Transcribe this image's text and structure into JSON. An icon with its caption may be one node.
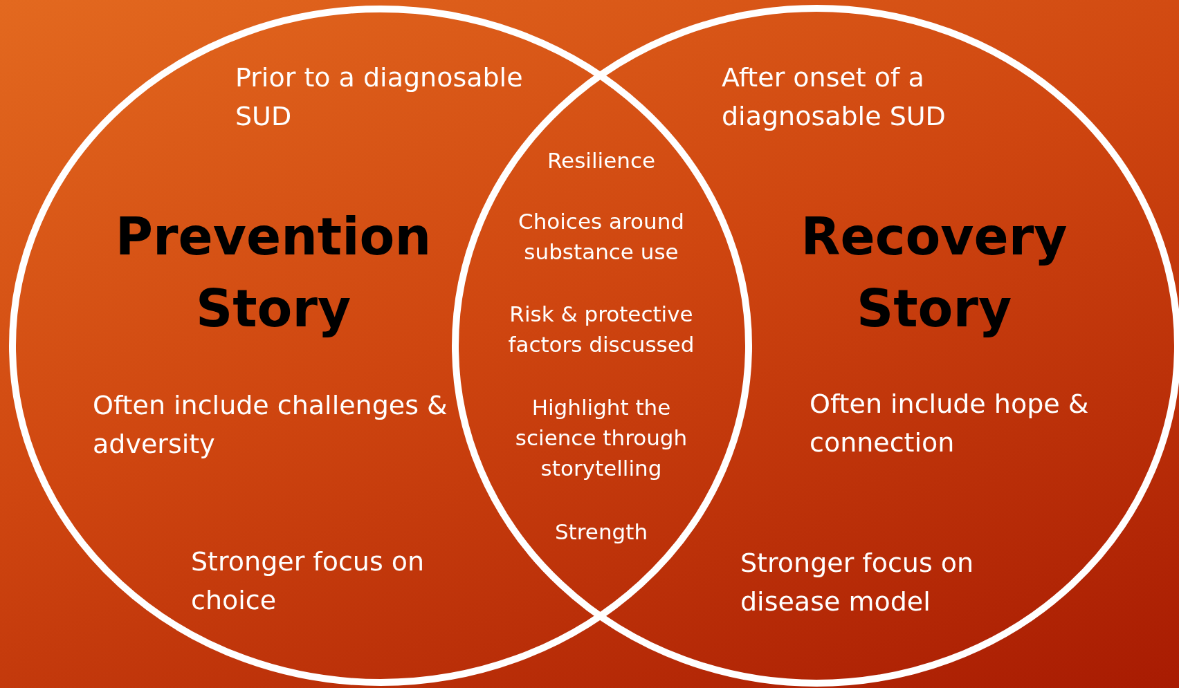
{
  "diagram": {
    "nodes": [
      {
        "text": [
          "Prior to a diagnosable SUD",
          "Prevention Story",
          "Often include challenges & adversity",
          "Stronger focus on choice"
        ]
      },
      {
        "text": [
          "After onset of a diagnosable SUD",
          "Recovery Story",
          "Often include hope & connection",
          "Stronger focus on disease model"
        ]
      }
    ],
    "edges": [],
    "labels": [
      "Resilience",
      "Choices around substance use",
      "Risk & protective factors discussed",
      "Highlight the science through storytelling",
      "Strength"
    ]
  }
}
